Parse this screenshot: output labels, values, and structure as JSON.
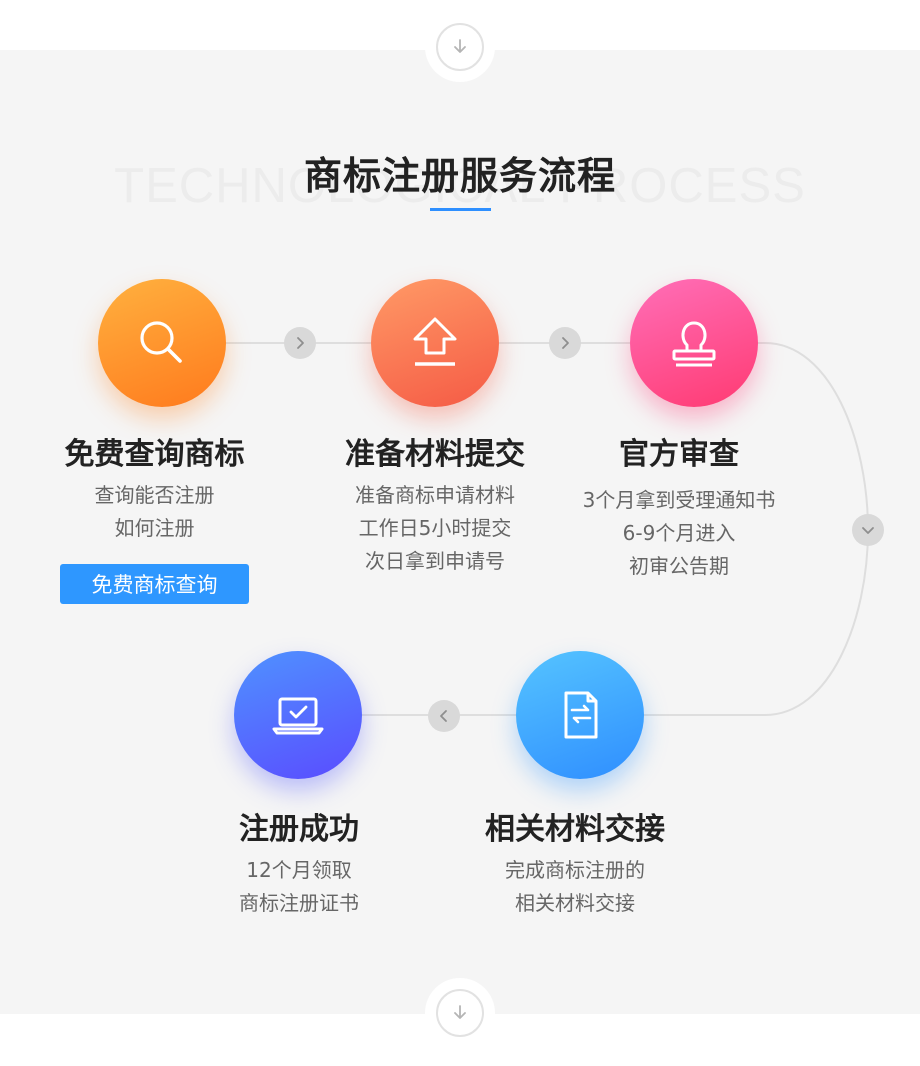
{
  "header": {
    "title": "商标注册服务流程",
    "watermark": "TECHNOLOGICAL PROCESS"
  },
  "steps": [
    {
      "title": "免费查询商标",
      "desc": [
        "查询能否注册",
        "如何注册"
      ],
      "icon": "search-icon"
    },
    {
      "title": "准备材料提交",
      "desc": [
        "准备商标申请材料",
        "工作日5小时提交",
        "次日拿到申请号"
      ],
      "icon": "upload-icon"
    },
    {
      "title": "官方审查",
      "desc": [
        "3个月拿到受理通知书",
        "6-9个月进入",
        "初审公告期"
      ],
      "icon": "stamp-icon"
    },
    {
      "title": "相关材料交接",
      "desc": [
        "完成商标注册的",
        "相关材料交接"
      ],
      "icon": "document-exchange-icon"
    },
    {
      "title": "注册成功",
      "desc": [
        "12个月领取",
        "商标注册证书"
      ],
      "icon": "laptop-check-icon"
    }
  ],
  "cta": {
    "label": "免费商标查询"
  },
  "colors": {
    "accent": "#2e97ff",
    "step1": "#ff8a2a",
    "step2": "#f76a52",
    "step3": "#ff4f90",
    "step4": "#3fa6ff",
    "step5": "#5367ff",
    "panel": "#f5f5f5"
  }
}
